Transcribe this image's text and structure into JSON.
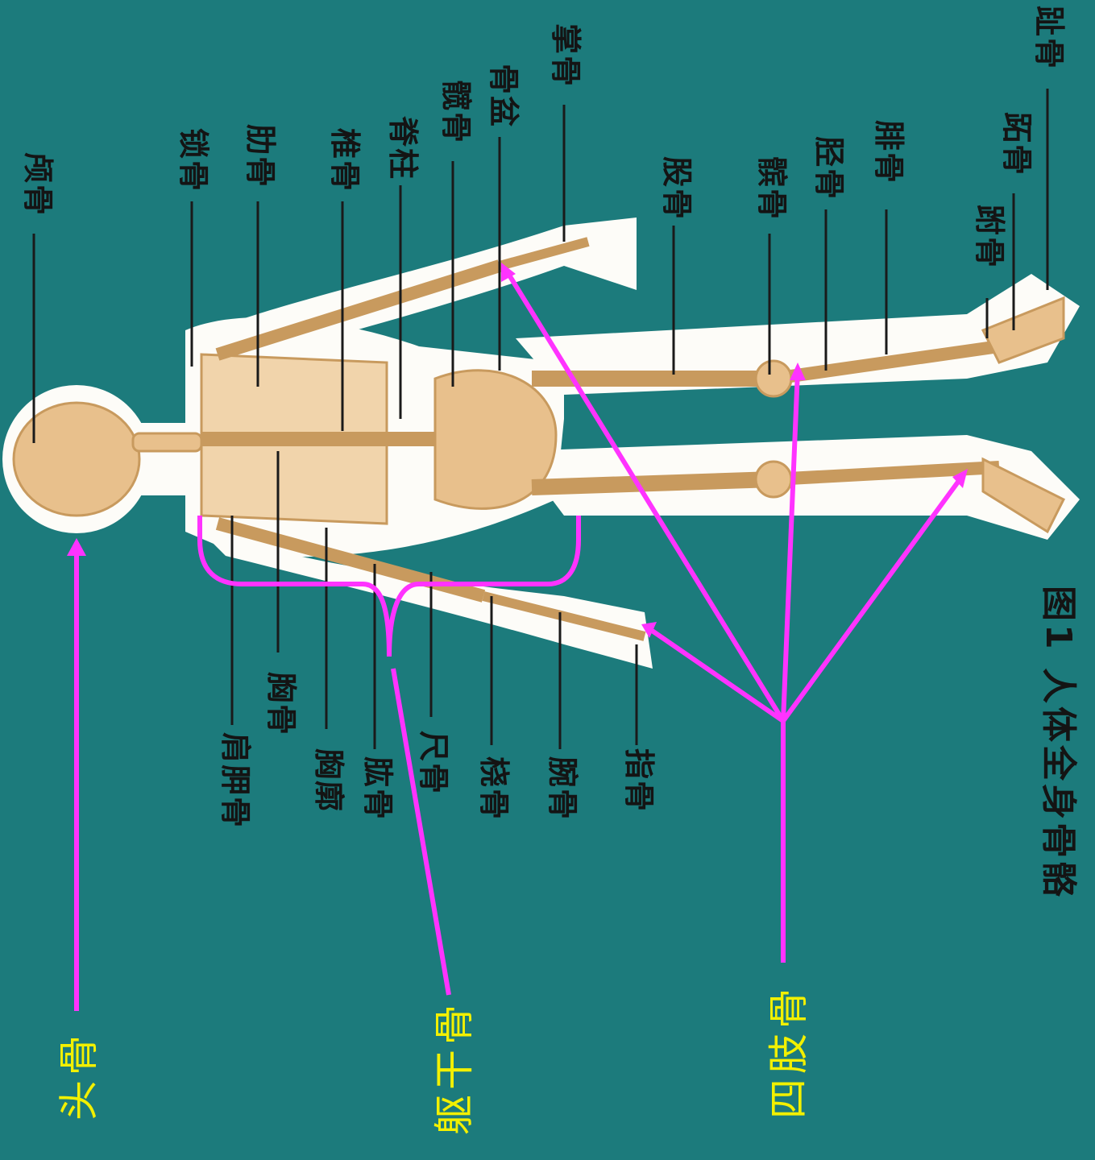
{
  "colors": {
    "background": "#1c7b7c",
    "highlight": "#ff33ff",
    "big_label": "#f2f000",
    "small_label": "#141414",
    "body_outline": "#ffffff",
    "bone": "#e8c08c"
  },
  "bone_labels": {
    "skull": "颅骨",
    "clavicle": "锁骨",
    "rib": "肋骨",
    "vertebra": "椎骨",
    "spine": "脊柱",
    "ilium": "髋骨",
    "pelvis": "骨盆",
    "metacarpal": "掌骨",
    "femur": "股骨",
    "patella": "髌骨",
    "tibia": "胫骨",
    "fibula": "腓骨",
    "tarsal": "跗骨",
    "metatarsal": "跖骨",
    "phalanx_foot": "趾骨",
    "scapula": "肩胛骨",
    "sternum": "胸骨",
    "thorax": "胸廓",
    "humerus": "肱骨",
    "ulna": "尺骨",
    "radius": "桡骨",
    "carpal": "腕骨",
    "phalanx_hand": "指骨"
  },
  "caption": "图1 人体全身骨骼",
  "categories": {
    "head": "头骨",
    "trunk": "躯干骨",
    "limbs": "四肢骨"
  }
}
